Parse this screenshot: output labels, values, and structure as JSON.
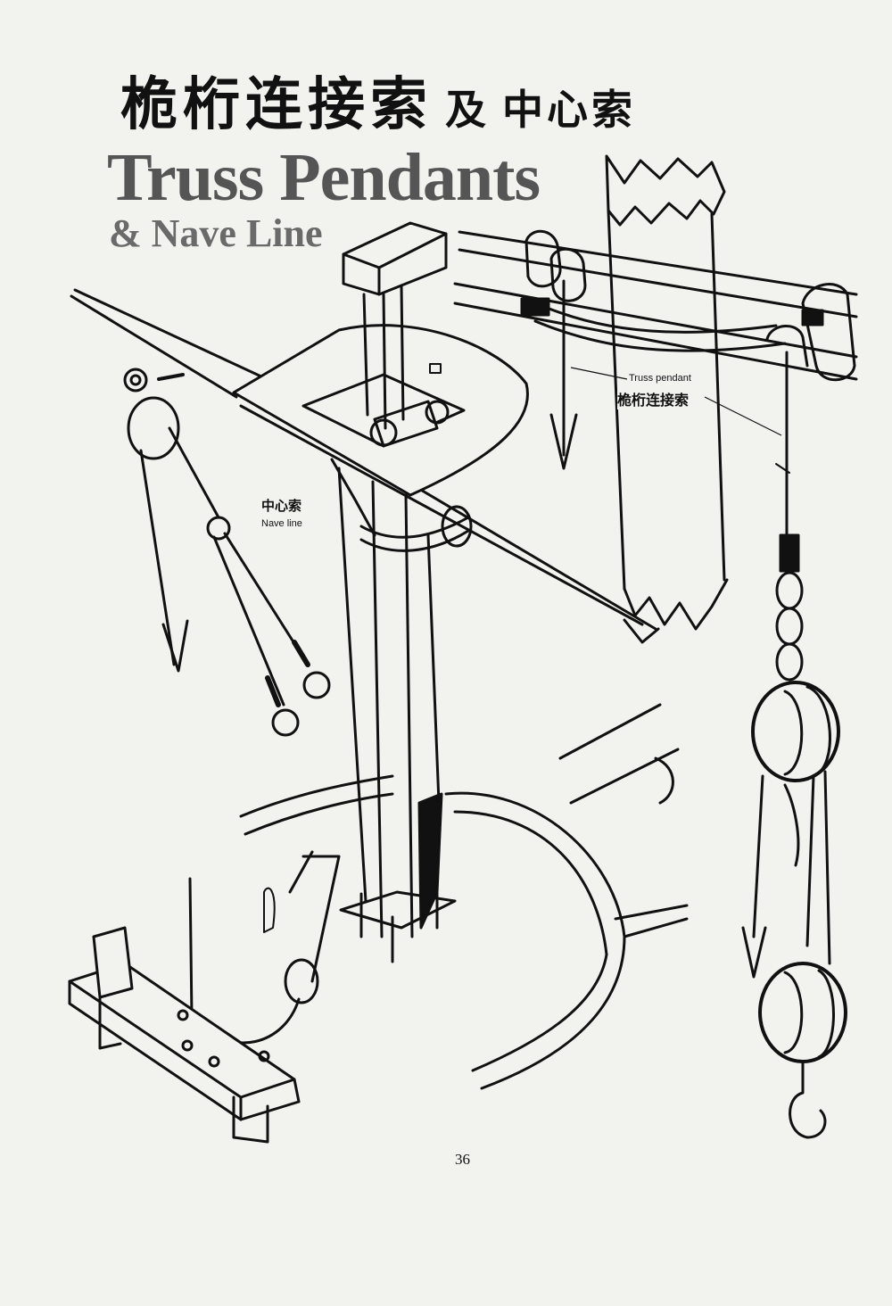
{
  "title_cn": "桅桁连接索",
  "title_cn_and": "及",
  "title_cn_2": "中心索",
  "title_en": "Truss Pendants",
  "subtitle_en": "& Nave Line",
  "labels": {
    "truss_pendant_en": "Truss pendant",
    "truss_pendant_cn": "桅桁连接索",
    "nave_line_cn": "中心索",
    "nave_line_en": "Nave line"
  },
  "page_number": "36",
  "colors": {
    "ink": "#111111",
    "paper": "#f2f2ef",
    "title_grey": "#555555"
  }
}
